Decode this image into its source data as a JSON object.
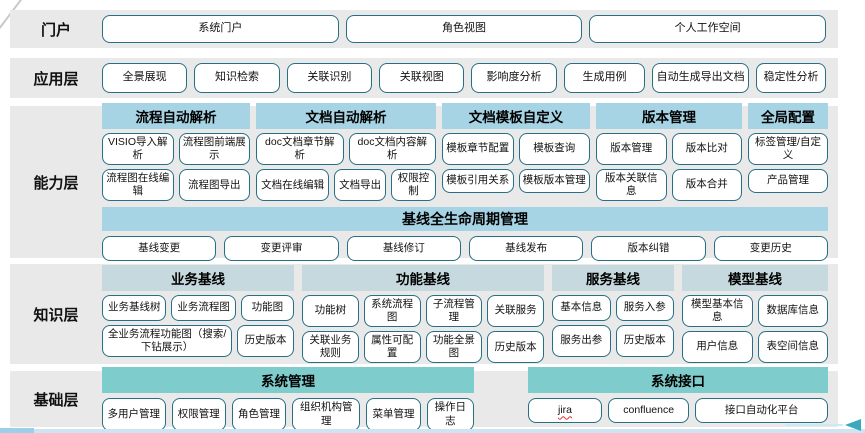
{
  "colors": {
    "band_background": "#e9e9e9",
    "button_border": "#266f85",
    "capability_header": "#a6d4e4",
    "knowledge_header": "#c6d9df",
    "foundation_header": "#7fcccc",
    "arrow_accent": "#38a9c0",
    "bottom_line": "#cde5f3",
    "spellcheck_underline": "#e03131"
  },
  "portal": {
    "label": "门户",
    "buttons": [
      "系统门户",
      "角色视图",
      "个人工作空间"
    ]
  },
  "application": {
    "label": "应用层",
    "buttons": [
      "全景展现",
      "知识检索",
      "关联识别",
      "关联视图",
      "影响度分析",
      "生成用例",
      "自动生成导出文档",
      "稳定性分析"
    ]
  },
  "capability": {
    "label": "能力层",
    "groups": [
      {
        "title": "流程自动解析",
        "rows": [
          [
            "VISIO导入解析",
            "流程图前端展示"
          ],
          [
            "流程图在线编辑",
            "流程图导出"
          ]
        ]
      },
      {
        "title": "文档自动解析",
        "rows": [
          [
            "doc文档章节解析",
            "doc文档内容解析"
          ],
          [
            "文档在线编辑",
            "文档导出",
            "权限控制"
          ]
        ]
      },
      {
        "title": "文档模板自定义",
        "rows": [
          [
            "模板章节配置",
            "模板查询"
          ],
          [
            "模板引用关系",
            "模板版本管理"
          ]
        ]
      },
      {
        "title": "版本管理",
        "rows": [
          [
            "版本管理",
            "版本比对"
          ],
          [
            "版本关联信息",
            "版本合并"
          ]
        ]
      },
      {
        "title": "全局配置",
        "rows": [
          [
            "标签管理/自定义"
          ],
          [
            "产品管理"
          ]
        ]
      }
    ],
    "baseline": {
      "title": "基线全生命周期管理",
      "buttons": [
        "基线变更",
        "变更评审",
        "基线修订",
        "基线发布",
        "版本纠错",
        "变更历史"
      ]
    }
  },
  "knowledge": {
    "label": "知识层",
    "groups": [
      {
        "title": "业务基线",
        "rows": [
          [
            "业务基线树",
            "业务流程图",
            "功能图"
          ],
          [
            "全业务流程功能图（搜索/下钻展示）",
            "历史版本"
          ]
        ]
      },
      {
        "title": "功能基线",
        "rows": [
          [
            "功能树",
            "系统流程图",
            "子流程管理",
            "关联服务"
          ],
          [
            "关联业务规则",
            "属性可配置",
            "功能全景图",
            "历史版本"
          ]
        ]
      },
      {
        "title": "服务基线",
        "rows": [
          [
            "基本信息",
            "服务入参"
          ],
          [
            "服务出参",
            "历史版本"
          ]
        ]
      },
      {
        "title": "模型基线",
        "rows": [
          [
            "模型基本信息",
            "数据库信息"
          ],
          [
            "用户信息",
            "表空间信息"
          ]
        ]
      }
    ]
  },
  "foundation": {
    "label": "基础层",
    "groups": [
      {
        "title": "系统管理",
        "buttons": [
          "多用户管理",
          "权限管理",
          "角色管理",
          "组织机构管理",
          "菜单管理",
          "操作日志"
        ]
      },
      {
        "title": "系统接口",
        "buttons": [
          "jira",
          "confluence",
          "接口自动化平台"
        ]
      }
    ]
  }
}
